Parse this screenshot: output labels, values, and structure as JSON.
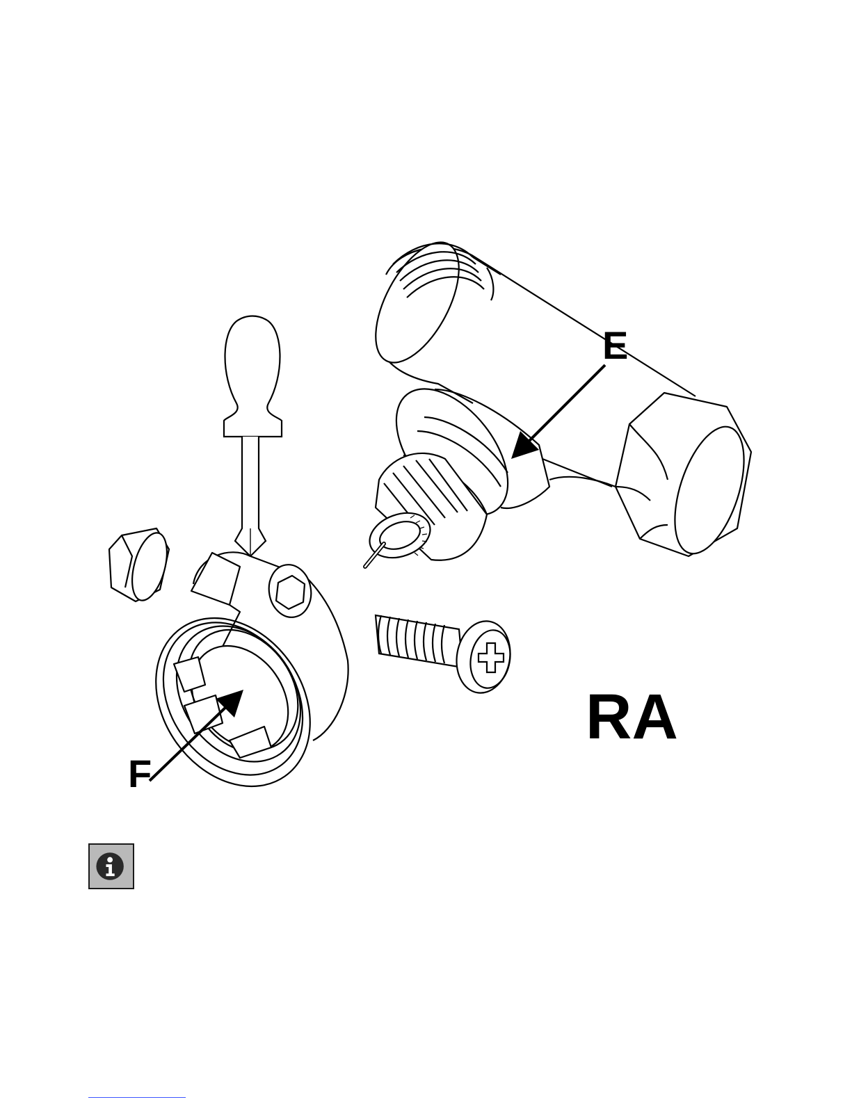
{
  "labels": {
    "e": "E",
    "f": "F",
    "ra": "RA"
  },
  "icons": {
    "info": "info-icon"
  },
  "colors": {
    "line": "#000000",
    "info_bg": "#b9b9b9",
    "link": "#3b56ff"
  }
}
